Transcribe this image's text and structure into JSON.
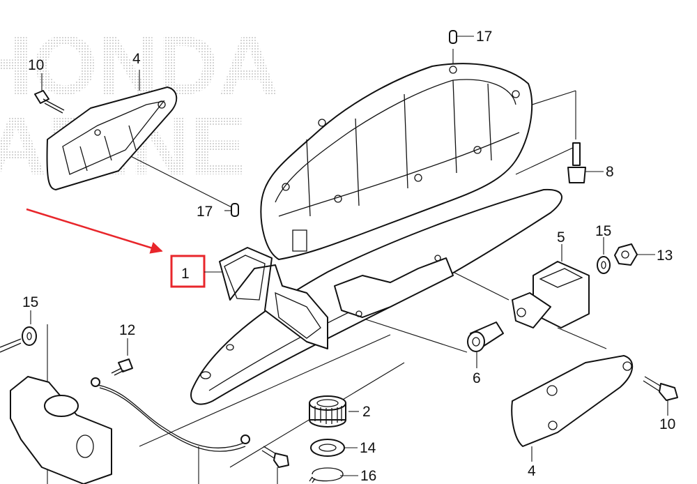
{
  "watermark": [
    "HONDA",
    "MARINE"
  ],
  "callout": {
    "label": "1",
    "frame_color": "#e8262b",
    "arrow_color": "#e8262b"
  },
  "part_labels": {
    "p1": "1",
    "p2": "2",
    "p4a": "4",
    "p4b": "4",
    "p5": "5",
    "p6": "6",
    "p8": "8",
    "p10a": "10",
    "p10b": "10",
    "p12": "12",
    "p13": "13",
    "p14": "14",
    "p15a": "15",
    "p15b": "15",
    "p16": "16",
    "p17a": "17",
    "p17b": "17"
  },
  "colors": {
    "line": "#111111",
    "highlight": "#e8262b",
    "watermark": "#bdbdbd"
  }
}
